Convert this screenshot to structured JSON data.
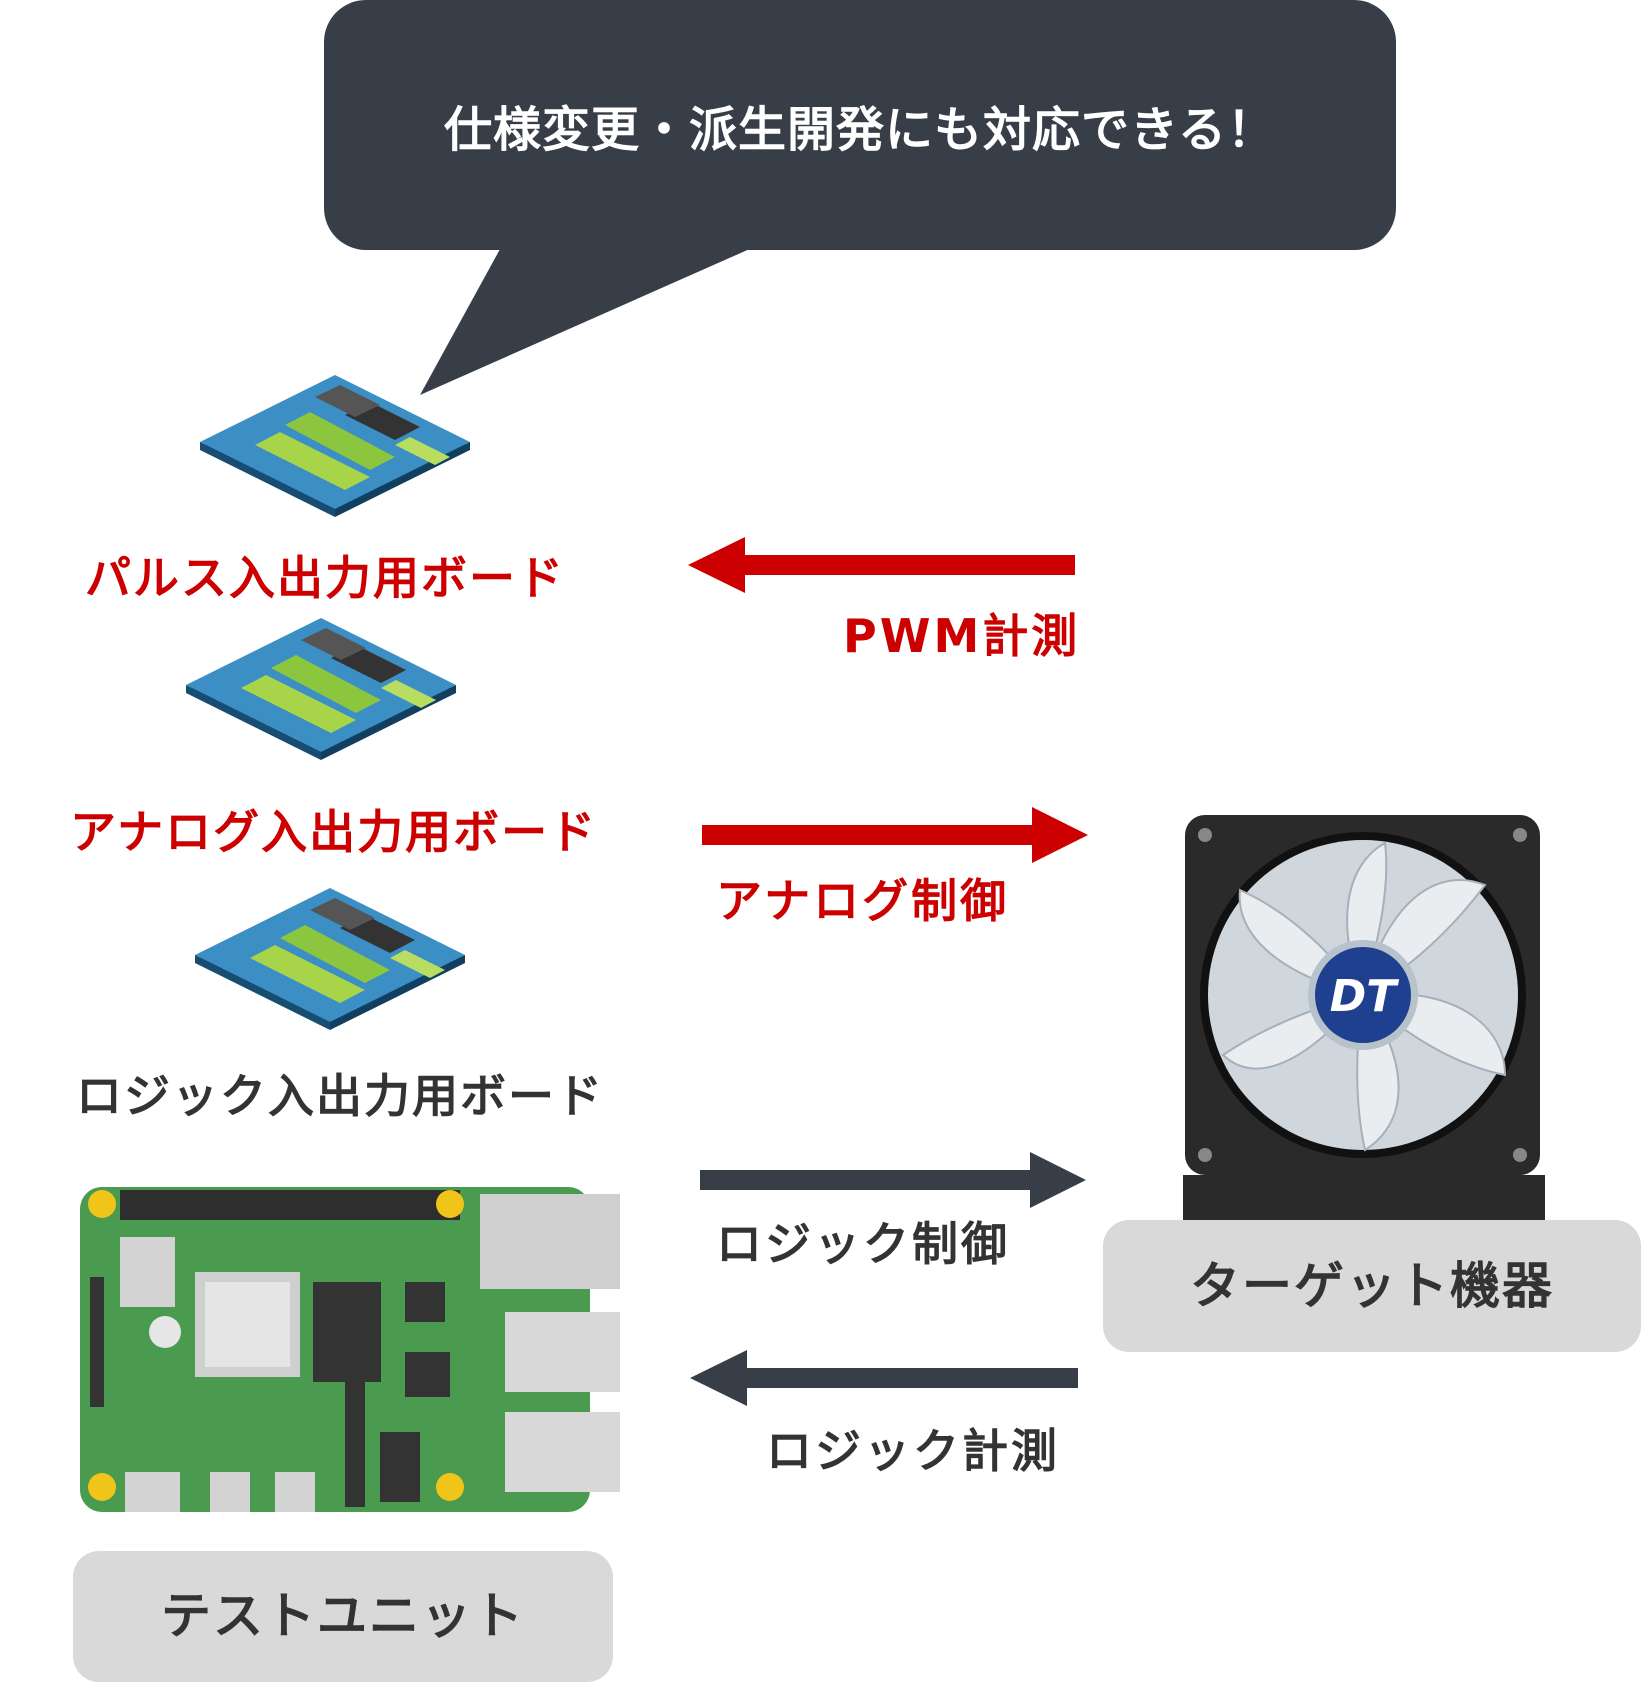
{
  "bubble": {
    "text": "仕様変更・派生開発にも対応できる！"
  },
  "boards": {
    "pulse": {
      "label": "パルス入出力用ボード"
    },
    "analog": {
      "label": "アナログ入出力用ボード"
    },
    "logic": {
      "label": "ロジック入出力用ボード"
    }
  },
  "signals": {
    "pwm_measure": "PWM計測",
    "analog_control": "アナログ制御",
    "logic_control": "ロジック制御",
    "logic_measure": "ロジック計測"
  },
  "devices": {
    "test_unit": {
      "label": "テストユニット"
    },
    "target": {
      "label": "ターゲット機器",
      "logo_text": "DT"
    }
  },
  "colors": {
    "red": "#cc0000",
    "dark": "#383e48",
    "pill": "#d9d9d9",
    "board": "#2f7db3",
    "pcb": "#4a9a4f"
  }
}
